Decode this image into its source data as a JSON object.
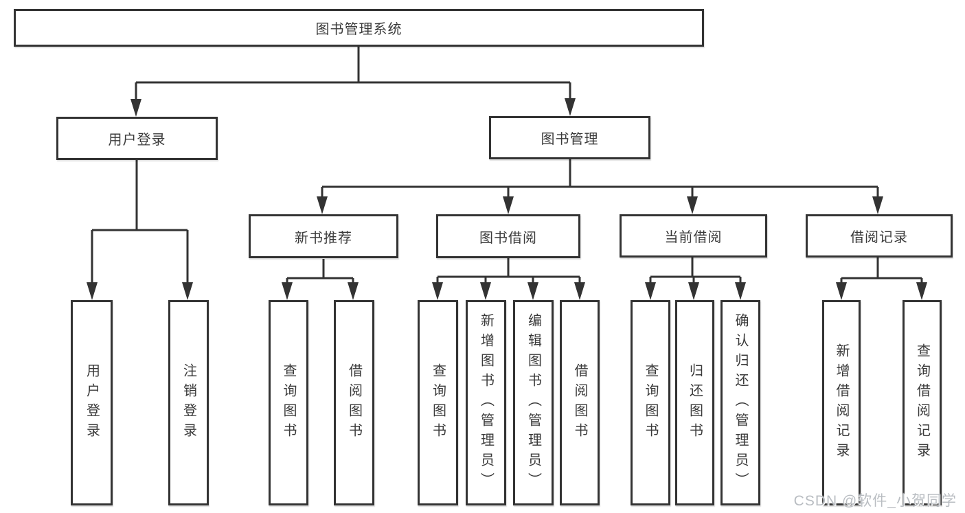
{
  "diagram_title": "图书管理系统",
  "tree": {
    "label": "图书管理系统",
    "children": [
      {
        "label": "用户登录",
        "children": [
          {
            "label": "用户登录"
          },
          {
            "label": "注销登录"
          }
        ]
      },
      {
        "label": "图书管理",
        "children": [
          {
            "label": "新书推荐",
            "children": [
              {
                "label": "查询图书"
              },
              {
                "label": "借阅图书"
              }
            ]
          },
          {
            "label": "图书借阅",
            "children": [
              {
                "label": "查询图书"
              },
              {
                "label": "新增图书（管理员）"
              },
              {
                "label": "编辑图书（管理员）"
              },
              {
                "label": "借阅图书"
              }
            ]
          },
          {
            "label": "当前借阅",
            "children": [
              {
                "label": "查询图书"
              },
              {
                "label": "归还图书"
              },
              {
                "label": "确认归还（管理员）"
              }
            ]
          },
          {
            "label": "借阅记录",
            "children": [
              {
                "label": "新增借阅记录"
              },
              {
                "label": "查询借阅记录"
              }
            ]
          }
        ]
      }
    ]
  },
  "colors": {
    "line": "#333333",
    "text": "#3a3a3a",
    "box_fill": "#ffffff",
    "watermark": "#b9bdc2"
  },
  "watermark": "CSDN @软件_小贺同学"
}
